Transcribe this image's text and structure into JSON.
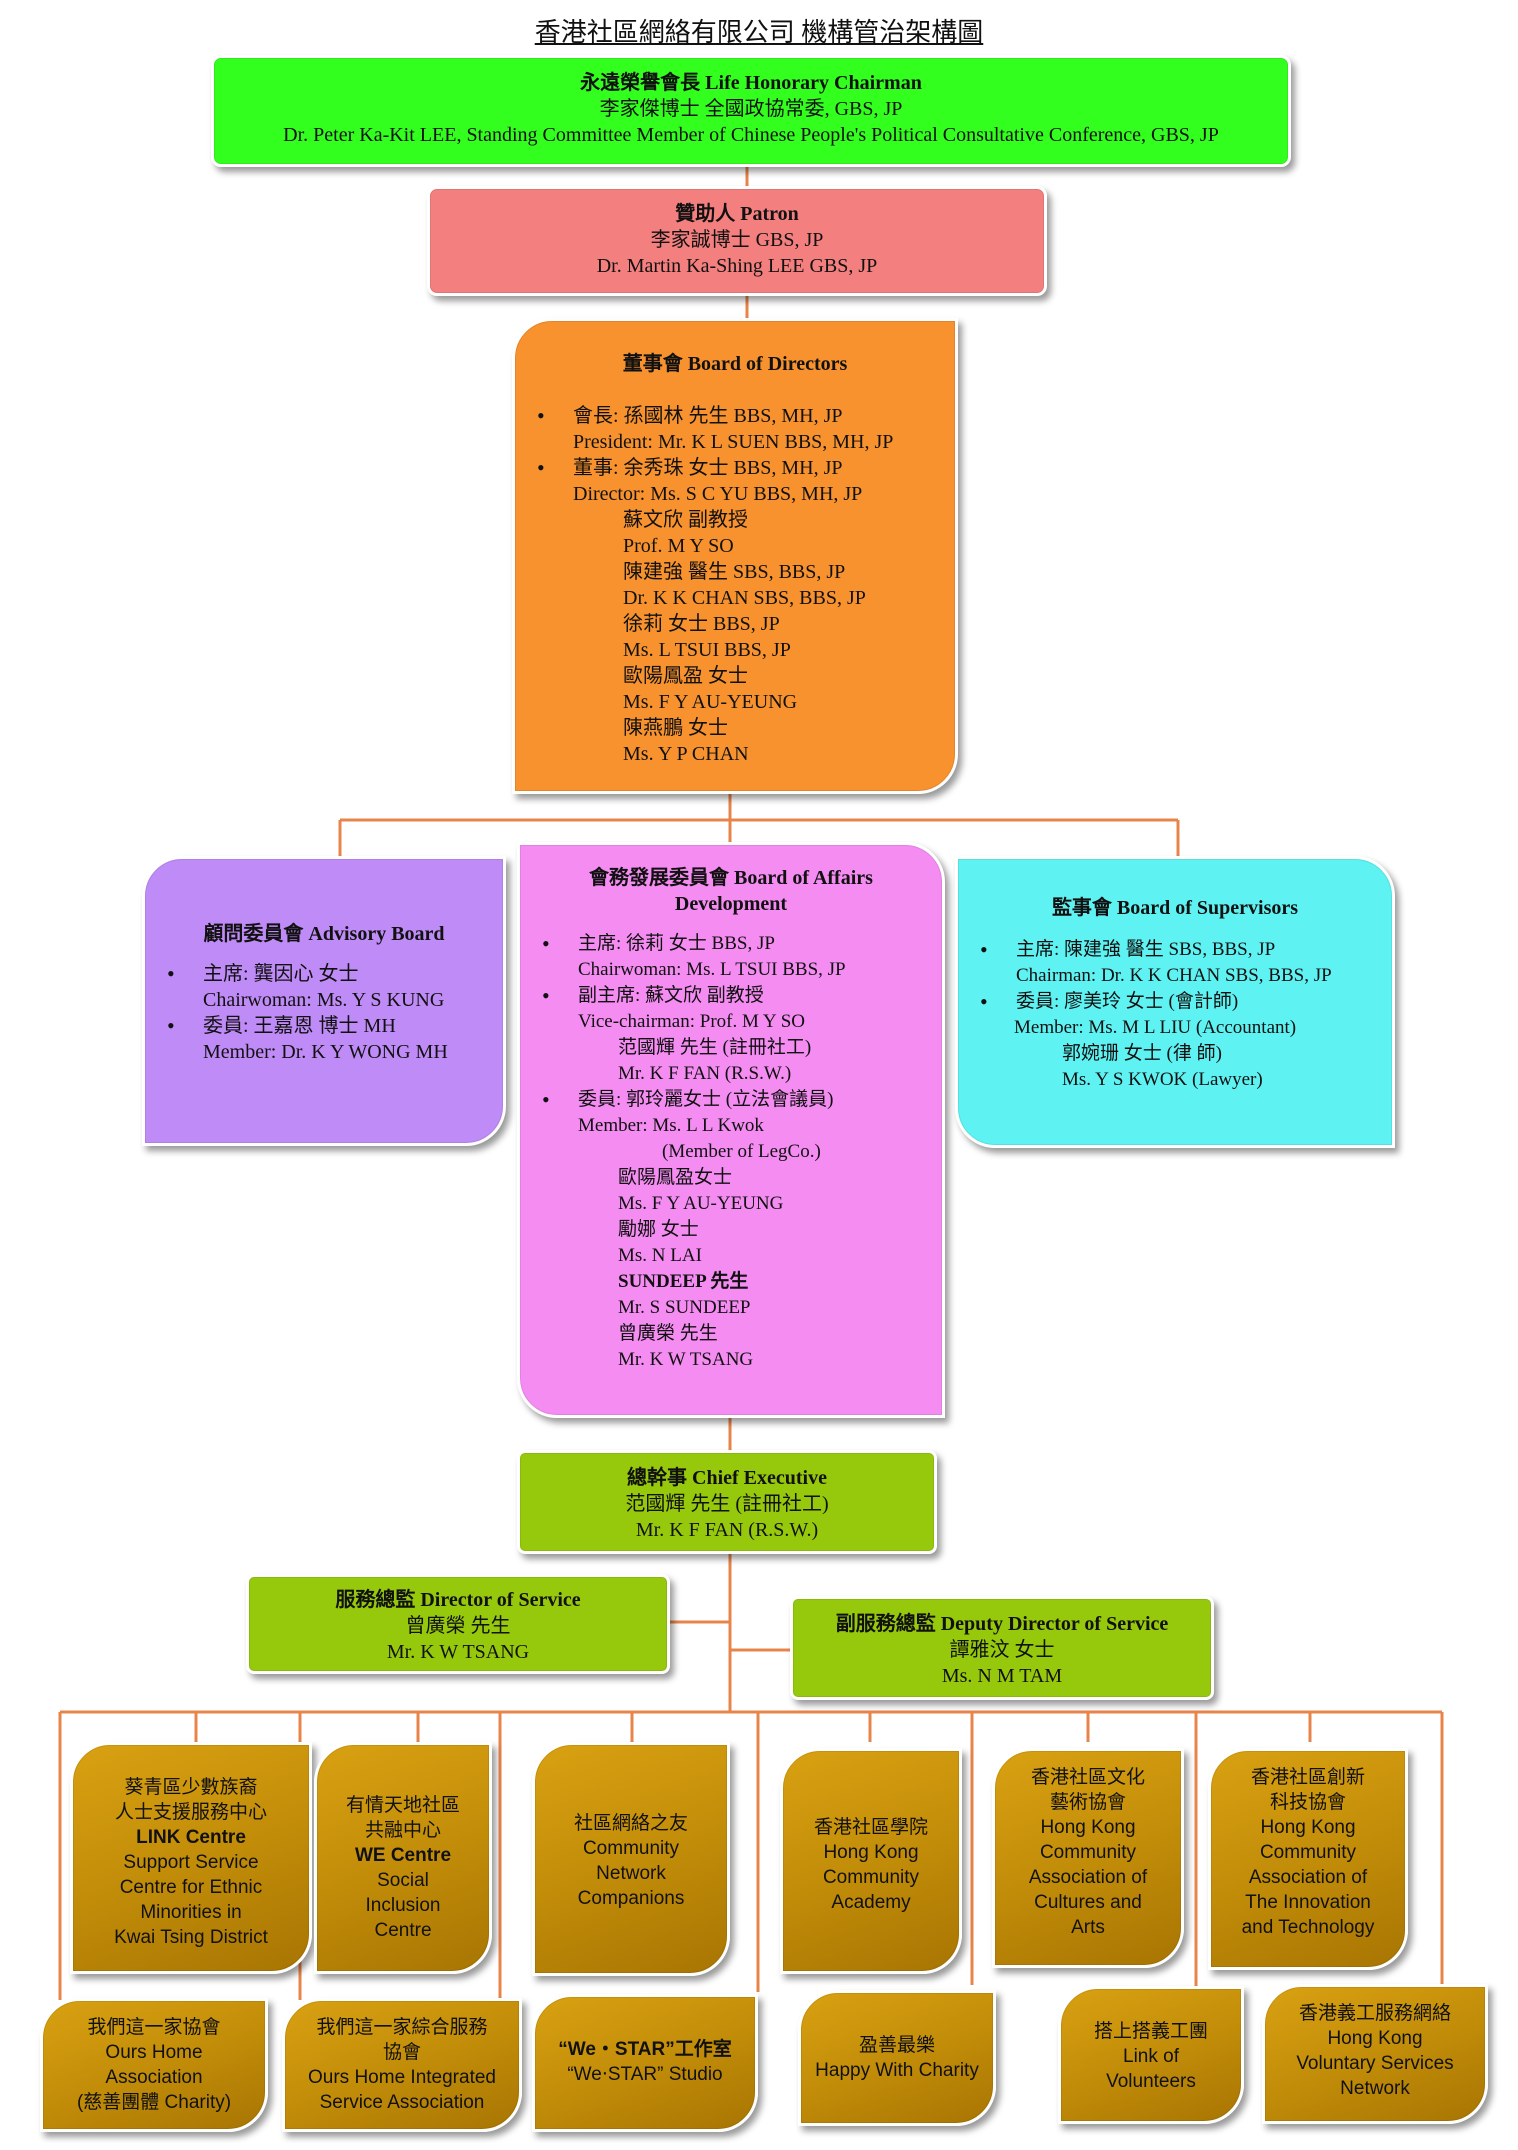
{
  "title": "香港社區網絡有限公司 機構管治架構圖",
  "colors": {
    "chairman": "#33ff1f",
    "patron": "#f47f7f",
    "board": "#f7922f",
    "advisory": "#bf8bf7",
    "affairs": "#f48cf2",
    "supervisors": "#5ff2f2",
    "executive": "#96c80c",
    "units": "#c9920c",
    "connector": "#e8844a"
  },
  "chairman": {
    "line1": "永遠榮譽會長 Life Honorary Chairman",
    "line2": "李家傑博士 全國政協常委, GBS, JP",
    "line3": "Dr. Peter Ka-Kit LEE, Standing Committee Member of Chinese People's Political Consultative Conference, GBS, JP"
  },
  "patron": {
    "line1": "贊助人 Patron",
    "line2": "李家誠博士 GBS, JP",
    "line3": "Dr. Martin Ka-Shing LEE GBS, JP"
  },
  "board": {
    "heading": "董事會 Board of Directors",
    "president_zh": "會長: 孫國林 先生 BBS, MH, JP",
    "president_en": "President: Mr. K L SUEN BBS, MH, JP",
    "director_zh": "董事: 余秀珠 女士 BBS, MH, JP",
    "director_en": "Director: Ms. S C YU BBS, MH, JP",
    "others": [
      "蘇文欣 副教授",
      "Prof. M Y SO",
      "陳建強 醫生 SBS, BBS, JP",
      "Dr. K K CHAN SBS, BBS, JP",
      "徐莉 女士 BBS, JP",
      "Ms. L TSUI BBS, JP",
      "歐陽鳳盈 女士",
      "Ms. F Y AU-YEUNG",
      "陳燕鵬 女士",
      "Ms. Y P CHAN"
    ]
  },
  "advisory": {
    "heading": "顧問委員會 Advisory Board",
    "chair_zh": "主席: 龔因心 女士",
    "chair_en": "Chairwoman: Ms. Y S KUNG",
    "member_zh": "委員: 王嘉恩 博士 MH",
    "member_en": "Member: Dr. K Y WONG MH"
  },
  "affairs": {
    "heading1": "會務發展委員會 Board of Affairs",
    "heading2": "Development",
    "chair_zh": "主席: 徐莉 女士 BBS, JP",
    "chair_en": "Chairwoman: Ms. L TSUI BBS, JP",
    "vice_zh": "副主席: 蘇文欣 副教授",
    "vice_lines": [
      "Vice-chairman: Prof. M Y SO",
      "范國輝 先生 (註冊社工)",
      "Mr. K F FAN (R.S.W.)"
    ],
    "member_zh": "委員: 郭玲麗女士 (立法會議員)",
    "member_lines": [
      "Member: Ms. L L Kwok",
      "(Member of LegCo.)",
      "歐陽鳳盈女士",
      "Ms. F Y AU-YEUNG",
      "勵娜 女士",
      "Ms. N LAI",
      "SUNDEEP 先生",
      "Mr. S SUNDEEP",
      "曾廣榮 先生",
      "Mr. K W TSANG"
    ]
  },
  "supervisors": {
    "heading": "監事會 Board of Supervisors",
    "chair_zh": "主席: 陳建強 醫生 SBS, BBS, JP",
    "chair_en": "Chairman: Dr. K K CHAN SBS, BBS, JP",
    "member_zh": "委員: 廖美玲 女士 (會計師)",
    "member_lines": [
      "Member: Ms. M L LIU (Accountant)",
      "郭婉珊 女士 (律  師)",
      "Ms. Y S KWOK (Lawyer)"
    ]
  },
  "executive": {
    "line1": "總幹事 Chief Executive",
    "line2": "范國輝 先生  (註冊社工)",
    "line3": "Mr. K F FAN (R.S.W.)"
  },
  "director_service": {
    "line1": "服務總監 Director of Service",
    "line2": "曾廣榮 先生",
    "line3": "Mr. K W TSANG"
  },
  "deputy_service": {
    "line1": "副服務總監 Deputy Director of Service",
    "line2": "譚雅汶 女士",
    "line3": "Ms. N M TAM"
  },
  "units_top": [
    {
      "lines": [
        "葵青區少數族裔",
        "人士支援服務中心",
        "LINK Centre",
        "Support Service",
        "Centre for Ethnic",
        "Minorities in",
        "Kwai Tsing District"
      ]
    },
    {
      "lines": [
        "有情天地社區",
        "共融中心",
        "WE Centre",
        "Social",
        "Inclusion",
        "Centre"
      ]
    },
    {
      "lines": [
        "社區網絡之友",
        "Community",
        "Network",
        "Companions"
      ]
    },
    {
      "lines": [
        "香港社區學院",
        "Hong Kong",
        "Community",
        "Academy"
      ]
    },
    {
      "lines": [
        "香港社區文化",
        "藝術協會",
        "Hong Kong",
        "Community",
        "Association of",
        "Cultures and",
        "Arts"
      ]
    },
    {
      "lines": [
        "香港社區創新",
        "科技協會",
        "Hong Kong",
        "Community",
        "Association of",
        "The Innovation",
        "and Technology"
      ]
    }
  ],
  "units_bottom": [
    {
      "lines": [
        "我們這一家協會",
        "Ours Home",
        "Association",
        "(慈善團體 Charity)"
      ]
    },
    {
      "lines": [
        "我們這一家綜合服務",
        "協會",
        "Ours Home Integrated",
        "Service Association"
      ]
    },
    {
      "lines": [
        "“We・STAR”工作室",
        "“We‧STAR” Studio"
      ]
    },
    {
      "lines": [
        "盈善最樂",
        "Happy With Charity"
      ]
    },
    {
      "lines": [
        "搭上搭義工團",
        "Link of",
        "Volunteers"
      ]
    },
    {
      "lines": [
        "香港義工服務網絡",
        "Hong Kong",
        "Voluntary Services",
        "Network"
      ]
    }
  ]
}
